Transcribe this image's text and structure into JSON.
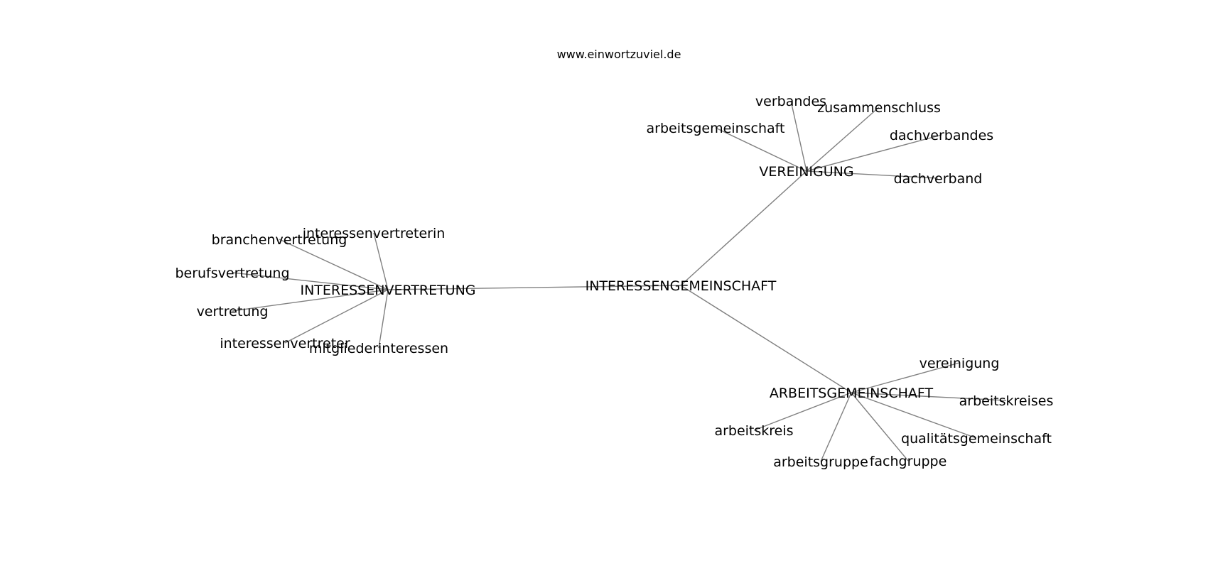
{
  "header": {
    "url": "www.einwortzuviel.de"
  },
  "colors": {
    "edge": "#808080",
    "text": "#000000",
    "background": "#ffffff"
  },
  "nodes": {
    "n_center": "INTERESSENGEMEINSCHAFT",
    "n_vereinigung": "VEREINIGUNG",
    "n_interessenvertretung": "INTERESSENVERTRETUNG",
    "n_arbeitsgemeinschaft": "ARBEITSGEMEINSCHAFT",
    "n_verbandes": "verbandes",
    "n_zusammenschluss": "zusammenschluss",
    "n_arbeitsgemeinschaft_lc": "arbeitsgemeinschaft",
    "n_dachverbandes": "dachverbandes",
    "n_dachverband": "dachverband",
    "n_interessenvertreterin": "interessenvertreterin",
    "n_branchenvertretung": "branchenvertretung",
    "n_berufsvertretung": "berufsvertretung",
    "n_vertretung": "vertretung",
    "n_interessenvertreter": "interessenvertreter",
    "n_mitgliederinteressen": "mitgliederinteressen",
    "n_vereinigung_lc": "vereinigung",
    "n_arbeitskreises": "arbeitskreises",
    "n_arbeitskreis": "arbeitskreis",
    "n_qualitaetsgemeinschaft": "qualitätsgemeinschaft",
    "n_arbeitsgruppe": "arbeitsgruppe",
    "n_fachgruppe": "fachgruppe"
  },
  "edges": [
    [
      "n_center",
      "n_vereinigung"
    ],
    [
      "n_center",
      "n_interessenvertretung"
    ],
    [
      "n_center",
      "n_arbeitsgemeinschaft"
    ],
    [
      "n_vereinigung",
      "n_verbandes"
    ],
    [
      "n_vereinigung",
      "n_zusammenschluss"
    ],
    [
      "n_vereinigung",
      "n_arbeitsgemeinschaft_lc"
    ],
    [
      "n_vereinigung",
      "n_dachverbandes"
    ],
    [
      "n_vereinigung",
      "n_dachverband"
    ],
    [
      "n_interessenvertretung",
      "n_interessenvertreterin"
    ],
    [
      "n_interessenvertretung",
      "n_branchenvertretung"
    ],
    [
      "n_interessenvertretung",
      "n_berufsvertretung"
    ],
    [
      "n_interessenvertretung",
      "n_vertretung"
    ],
    [
      "n_interessenvertretung",
      "n_interessenvertreter"
    ],
    [
      "n_interessenvertretung",
      "n_mitgliederinteressen"
    ],
    [
      "n_arbeitsgemeinschaft",
      "n_vereinigung_lc"
    ],
    [
      "n_arbeitsgemeinschaft",
      "n_arbeitskreises"
    ],
    [
      "n_arbeitsgemeinschaft",
      "n_arbeitskreis"
    ],
    [
      "n_arbeitsgemeinschaft",
      "n_qualitaetsgemeinschaft"
    ],
    [
      "n_arbeitsgemeinschaft",
      "n_arbeitsgruppe"
    ],
    [
      "n_arbeitsgemeinschaft",
      "n_fachgruppe"
    ]
  ]
}
